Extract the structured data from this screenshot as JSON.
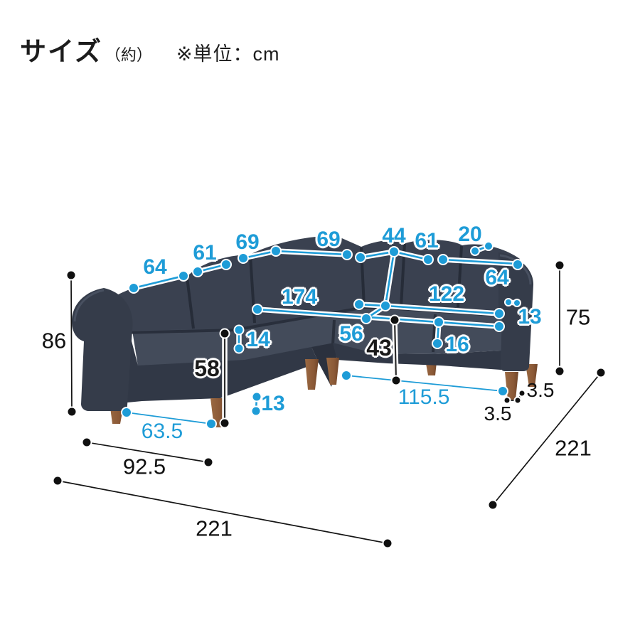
{
  "header": {
    "title": "サイズ",
    "approx": "（約）",
    "unit_note": "※単位：cm"
  },
  "unit": "cm",
  "colors": {
    "accent_blue": "#1e9cd7",
    "text_black": "#1a1a1a",
    "sofa_fabric": "#3a4150",
    "sofa_seat": "#434b5a",
    "sofa_base": "#313846",
    "leg_wood": "#8e5c39",
    "background": "#ffffff"
  },
  "dims": {
    "back_left_64": "64",
    "back_left_61": "61",
    "back_left_69a": "69",
    "back_left_69b": "69",
    "back_depth_44": "44",
    "back_right_61": "61",
    "arm_top_20": "20",
    "back_right_64": "64",
    "arm_right_13": "13",
    "width_174": "174",
    "width_122": "122",
    "seat_depth_56": "56",
    "cushion_16": "16",
    "seat_height_43": "43",
    "cushion_14": "14",
    "arm_height_58": "58",
    "leg_height_13": "13",
    "leg_span_63_5": "63.5",
    "height_86": "86",
    "depth_92_5": "92.5",
    "width_221": "221",
    "depth_221": "221",
    "height_75": "75",
    "leg_span_115_5": "115.5",
    "leg_inset_3_5_a": "3.5",
    "leg_inset_3_5_b": "3.5"
  }
}
